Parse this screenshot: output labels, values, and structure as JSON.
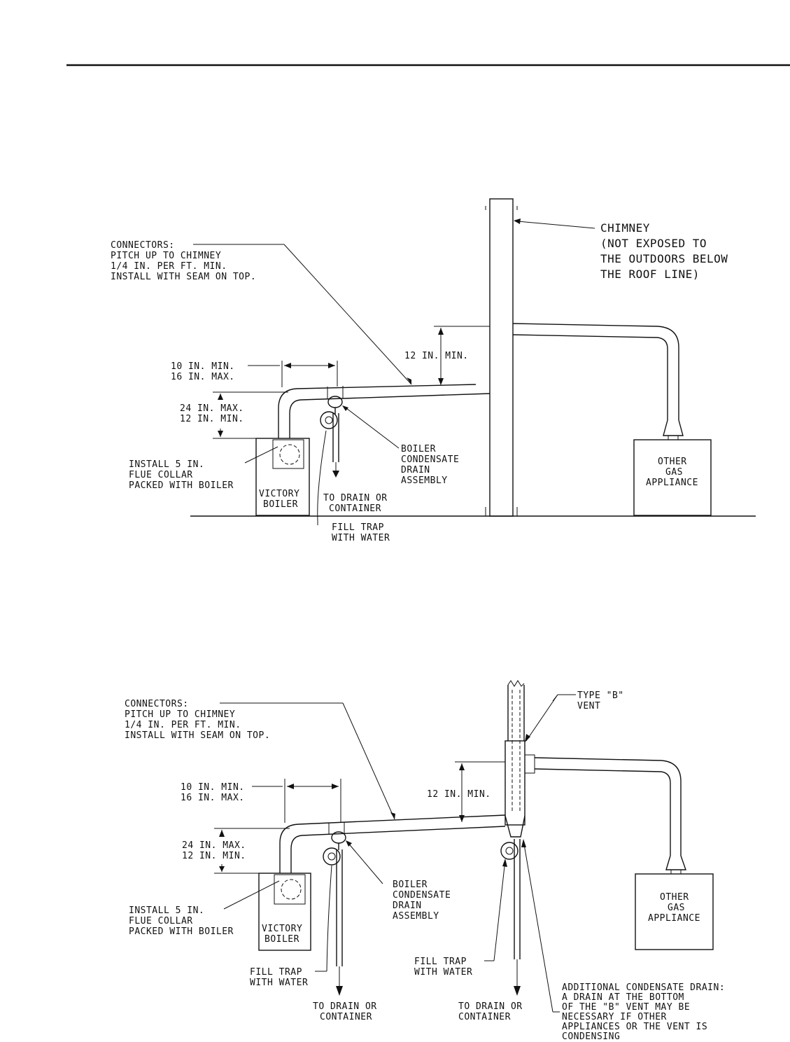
{
  "diagram_top": {
    "chimney": [
      "CHIMNEY",
      "(NOT EXPOSED TO",
      "THE OUTDOORS BELOW",
      "THE ROOF LINE)"
    ],
    "connectors": [
      "CONNECTORS:",
      "PITCH UP TO CHIMNEY",
      "1/4 IN. PER FT. MIN.",
      "INSTALL WITH SEAM ON TOP."
    ],
    "dim_12_min": "12 IN. MIN.",
    "dim_horizontal": [
      "10 IN. MIN.",
      "16 IN. MAX."
    ],
    "dim_vertical": [
      "24 IN. MAX.",
      "12 IN. MIN."
    ],
    "flue_collar": [
      "INSTALL 5 IN.",
      "FLUE COLLAR",
      "PACKED WITH BOILER"
    ],
    "boiler": [
      "VICTORY",
      "BOILER"
    ],
    "condensate_drain": [
      "BOILER",
      "CONDENSATE",
      "DRAIN",
      "ASSEMBLY"
    ],
    "to_drain": [
      "TO DRAIN OR",
      "CONTAINER"
    ],
    "fill_trap": [
      "FILL TRAP",
      "WITH WATER"
    ],
    "other_appliance": [
      "OTHER",
      "GAS",
      "APPLIANCE"
    ]
  },
  "diagram_bottom": {
    "vent": [
      "TYPE \"B\"",
      "VENT"
    ],
    "connectors": [
      "CONNECTORS:",
      "PITCH UP TO CHIMNEY",
      "1/4 IN. PER FT. MIN.",
      "INSTALL WITH SEAM ON TOP."
    ],
    "dim_12_min": "12 IN. MIN.",
    "dim_horizontal": [
      "10 IN. MIN.",
      "16 IN. MAX."
    ],
    "dim_vertical": [
      "24 IN. MAX.",
      "12 IN. MIN."
    ],
    "flue_collar": [
      "INSTALL 5 IN.",
      "FLUE COLLAR",
      "PACKED WITH BOILER"
    ],
    "boiler": [
      "VICTORY",
      "BOILER"
    ],
    "condensate_drain": [
      "BOILER",
      "CONDENSATE",
      "DRAIN",
      "ASSEMBLY"
    ],
    "fill_trap_left": [
      "FILL TRAP",
      "WITH WATER"
    ],
    "fill_trap_right": [
      "FILL TRAP",
      "WITH WATER"
    ],
    "to_drain_left": [
      "TO DRAIN OR",
      "CONTAINER"
    ],
    "to_drain_right": [
      "TO DRAIN OR",
      "CONTAINER"
    ],
    "additional_drain": [
      "ADDITIONAL CONDENSATE DRAIN:",
      "A DRAIN AT THE BOTTOM",
      "OF THE \"B\" VENT MAY BE",
      "NECESSARY IF OTHER",
      "APPLIANCES OR THE VENT IS",
      "CONDENSING"
    ],
    "other_appliance": [
      "OTHER",
      "GAS",
      "APPLIANCE"
    ]
  }
}
